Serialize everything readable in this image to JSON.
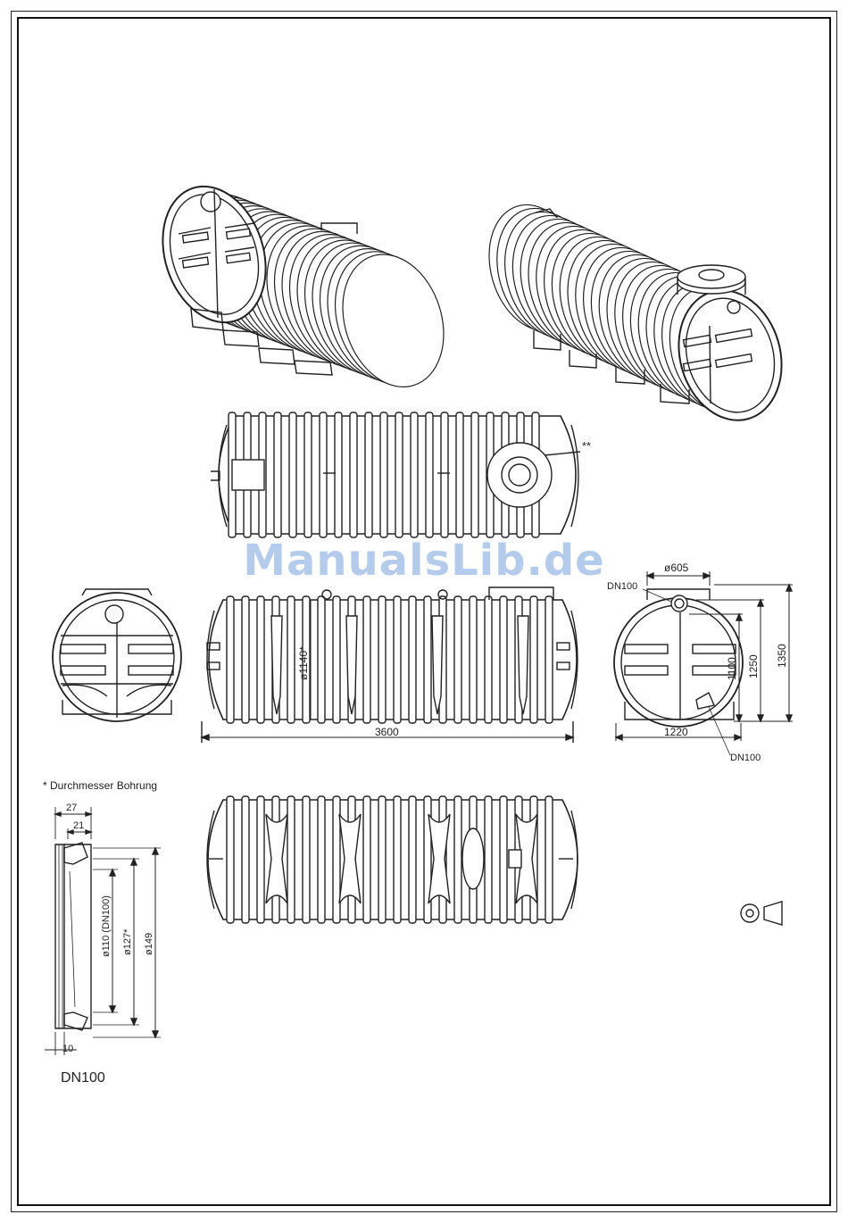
{
  "watermark": "ManualsLib.de",
  "top_view": {
    "marker": "**"
  },
  "side_view": {
    "diameter_label": "ø1140*",
    "length_label": "3600"
  },
  "end_view": {
    "opening_label": "ø605",
    "dn_top_label": "DN100",
    "dn_bottom_label": "DN100",
    "width_label": "1220",
    "height_1100": "1100",
    "height_1250": "1250",
    "height_1350": "1350"
  },
  "detail": {
    "note": "* Durchmesser Bohrung",
    "dim_27": "27",
    "dim_21": "21",
    "dim_10": "10",
    "dim_110": "ø110 (DN100)",
    "dim_127": "ø127*",
    "dim_149": "ø149",
    "caption": "DN100"
  },
  "colors": {
    "line": "#222222",
    "watermark": "#78a0dc"
  }
}
